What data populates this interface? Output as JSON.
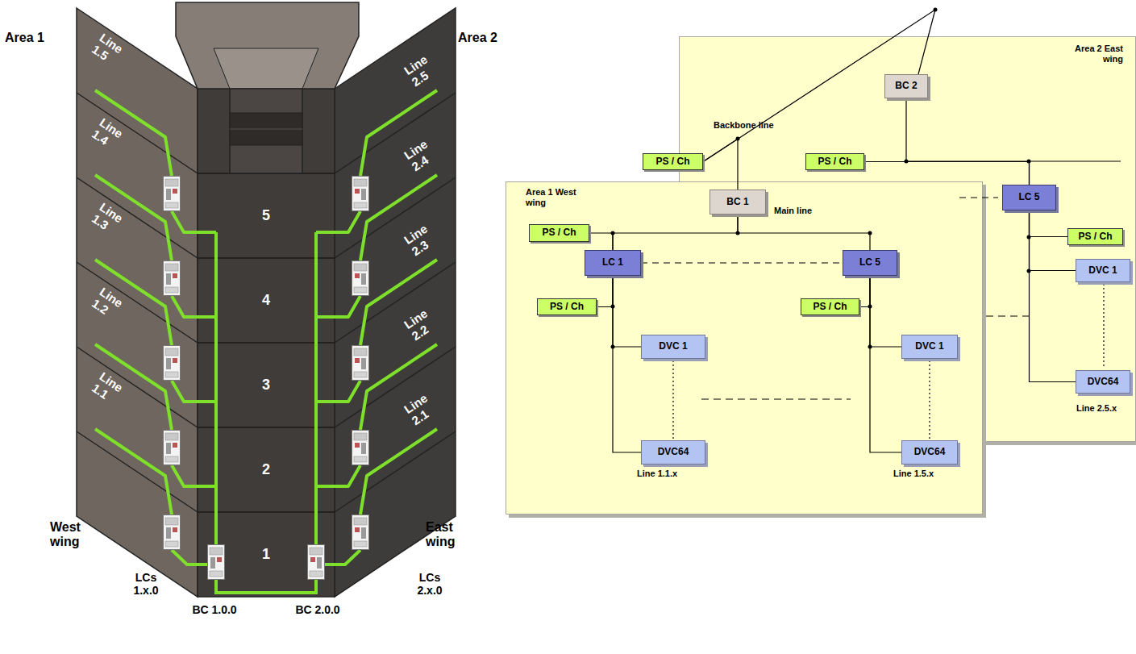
{
  "diagram": {
    "nodes": [
      {
        "text": [
          "Area 2 East wing"
        ]
      },
      {
        "text": [
          "BC 2"
        ],
        "in": 0
      },
      {
        "text": [
          "PS / Ch"
        ]
      },
      {
        "text": [
          "PS / Ch"
        ],
        "in": 0
      },
      {
        "text": [
          "LC 5"
        ],
        "in": 0
      },
      {
        "text": [
          "PS / Ch"
        ],
        "in": 0
      },
      {
        "text": [
          "DVC 1"
        ],
        "in": 0
      },
      {
        "text": [
          "DVC64"
        ],
        "in": 0
      },
      {
        "text": [
          "Area 1 West wing"
        ]
      },
      {
        "text": [
          "BC 1"
        ],
        "in": 8
      },
      {
        "text": [
          "PS / Ch"
        ],
        "in": 8
      },
      {
        "text": [
          "LC 1"
        ],
        "in": 8
      },
      {
        "text": [
          "LC 5"
        ],
        "in": 8
      },
      {
        "text": [
          "PS / Ch"
        ],
        "in": 8
      },
      {
        "text": [
          "PS / Ch"
        ],
        "in": 8
      },
      {
        "text": [
          "DVC 1"
        ],
        "in": 8
      },
      {
        "text": [
          "DVC64"
        ],
        "in": 8
      },
      {
        "text": [
          "DVC 1"
        ],
        "in": 8
      },
      {
        "text": [
          "DVC64"
        ],
        "in": 8
      }
    ],
    "edges": [
      {
        "from": 2,
        "to": 1,
        "arrow": "none"
      },
      {
        "from": 9,
        "to": 2,
        "arrow": "none"
      },
      {
        "from": 10,
        "to": 11,
        "arrow": "none"
      },
      {
        "from": 9,
        "to": 11,
        "arrow": "none"
      },
      {
        "from": 9,
        "to": 12,
        "arrow": "none"
      },
      {
        "from": 11,
        "to": 13,
        "arrow": "none"
      },
      {
        "from": 11,
        "to": 15,
        "arrow": "none"
      },
      {
        "from": 11,
        "to": 16,
        "arrow": "none"
      },
      {
        "from": 12,
        "to": 14,
        "arrow": "none"
      },
      {
        "from": 12,
        "to": 17,
        "arrow": "none"
      },
      {
        "from": 12,
        "to": 18,
        "arrow": "none"
      },
      {
        "from": 3,
        "to": 4,
        "arrow": "none"
      },
      {
        "from": 1,
        "to": 4,
        "arrow": "none"
      },
      {
        "from": 4,
        "to": 5,
        "arrow": "none"
      },
      {
        "from": 4,
        "to": 6,
        "arrow": "none"
      },
      {
        "from": 4,
        "to": 7,
        "arrow": "none"
      }
    ],
    "labels": [
      "Area 1",
      "Area 2",
      "Line 1.5",
      "Line 1.4",
      "Line 1.3",
      "Line 1.2",
      "Line 1.1",
      "Line 2.5",
      "Line 2.4",
      "Line 2.3",
      "Line 2.2",
      "Line 2.1",
      "5",
      "4",
      "3",
      "2",
      "1",
      "West wing",
      "East wing",
      "LCs 1.x.0",
      "LCs 2.x.0",
      "BC 1.0.0",
      "BC 2.0.0",
      "Backbone line",
      "Main line",
      "Line 1.1.x",
      "Line 1.5.x",
      "Line 2.5.x"
    ]
  }
}
